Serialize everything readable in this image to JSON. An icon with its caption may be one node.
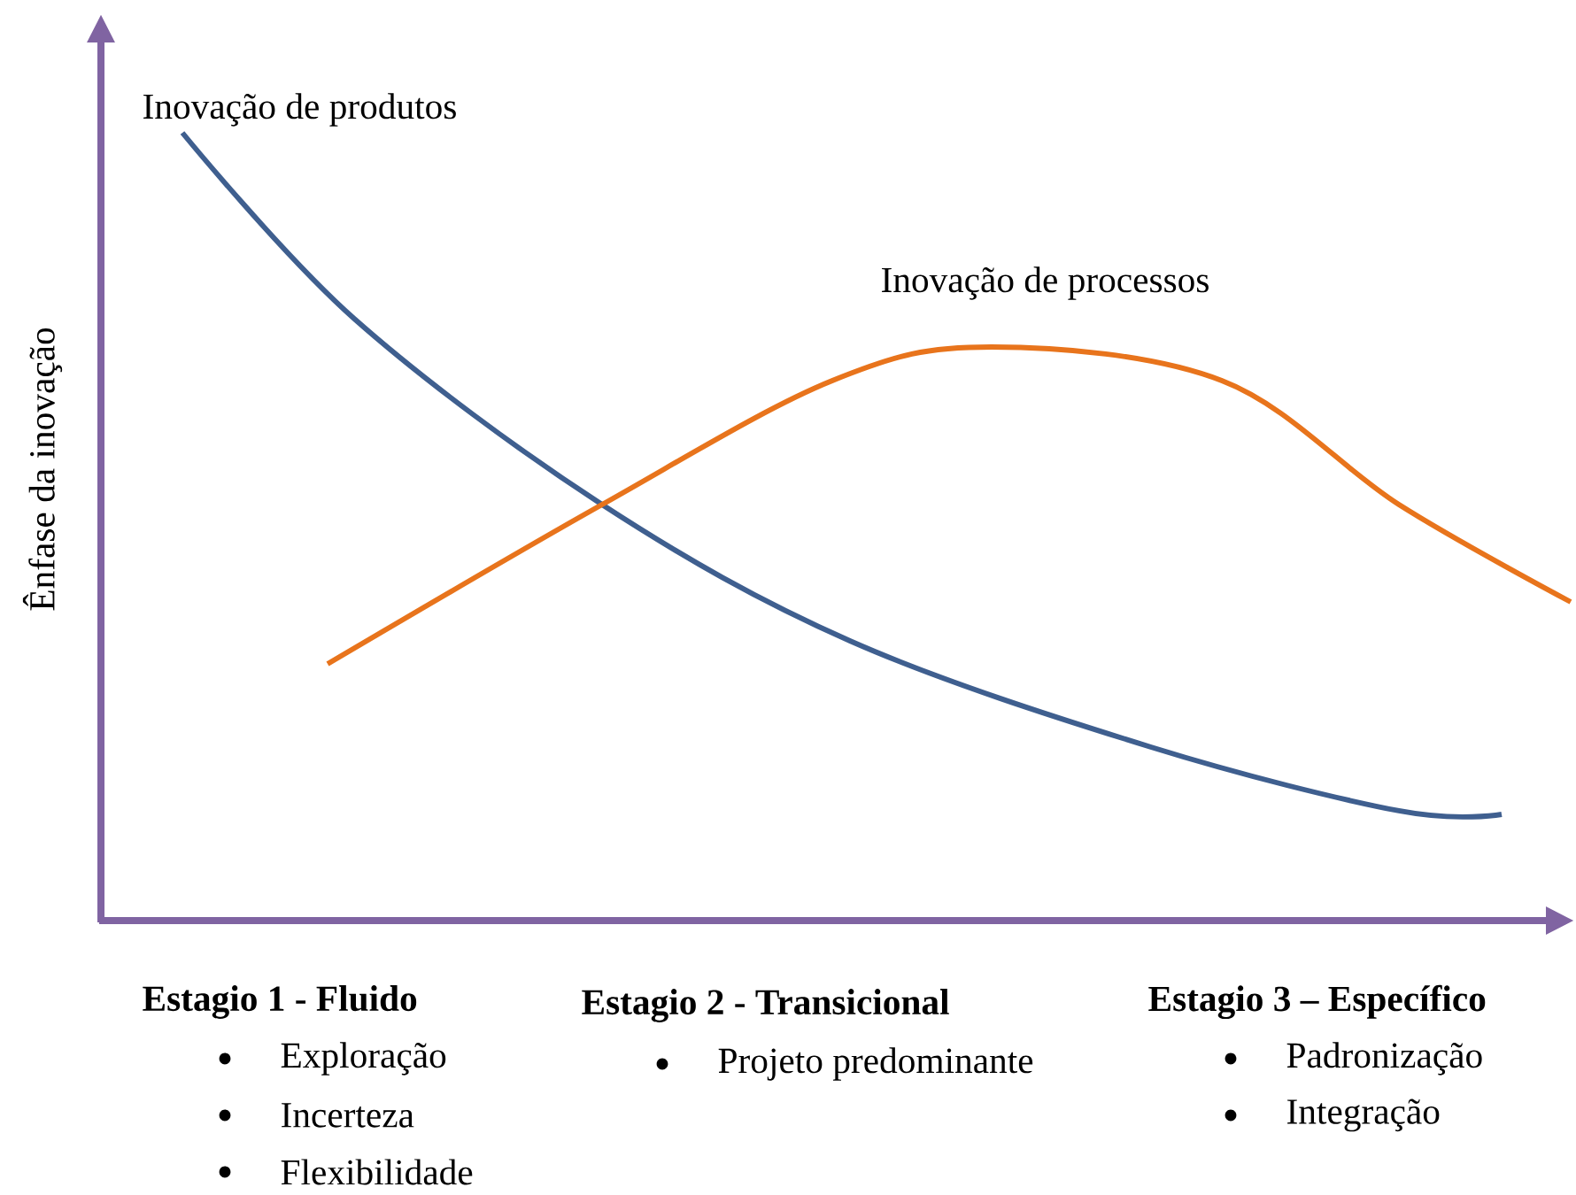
{
  "diagram": {
    "labels": [
      "Inovação de produtos",
      "Inovação de processos",
      "Ênfase da inovação",
      "Estagio 1 - Fluido",
      "Exploração",
      "Incerteza",
      "Flexibilidade",
      "Estagio 2 - Transicional",
      "Projeto predominante",
      "Estagio 3 – Específico",
      "Padronização",
      "Integração"
    ]
  }
}
